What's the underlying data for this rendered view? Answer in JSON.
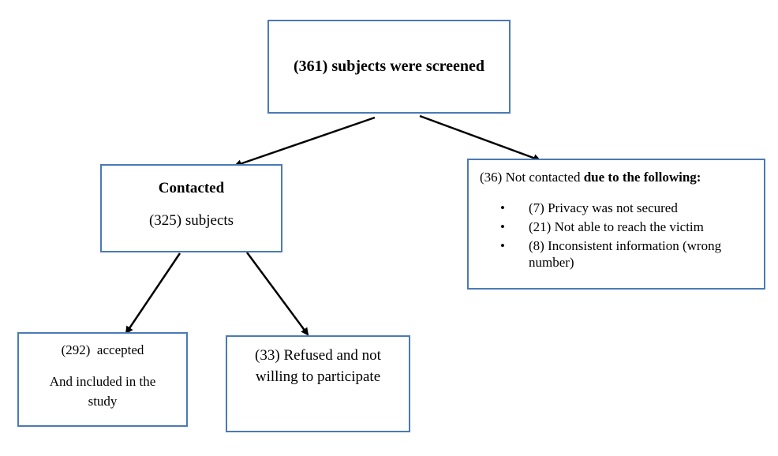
{
  "screened": {
    "text": "(361) subjects were screened"
  },
  "contacted": {
    "title": "Contacted",
    "count": "(325) subjects"
  },
  "not_contacted": {
    "heading_prefix": "(36) Not contacted ",
    "heading_bold": "due to the following:",
    "reasons": [
      "(7) Privacy was not secured",
      "(21) Not able to reach the victim",
      "(8) Inconsistent information (wrong number)"
    ]
  },
  "accepted": {
    "line1": "(292)  accepted",
    "line2": "And included in the study"
  },
  "refused": {
    "text": "(33) Refused and not willing to participate"
  },
  "colors": {
    "box_border": "#4a7ab5",
    "arrow": "#000000"
  }
}
